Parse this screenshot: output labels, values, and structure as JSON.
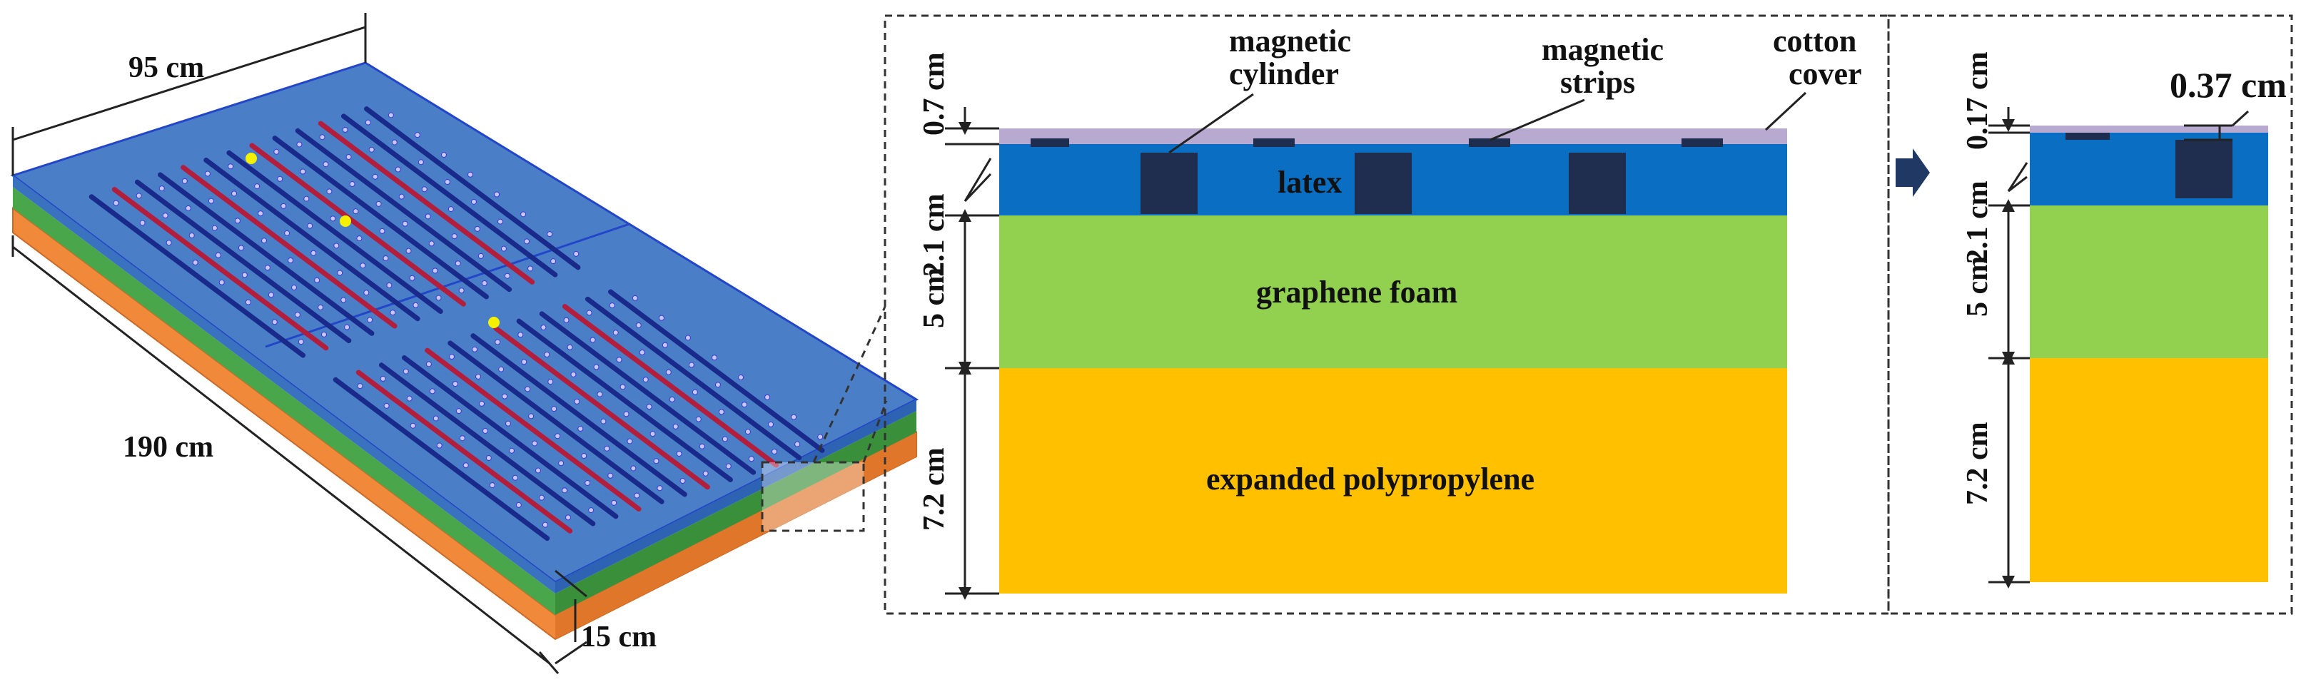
{
  "mattress": {
    "width_label": "95 cm",
    "length_label": "190 cm",
    "thickness_label": "15 cm"
  },
  "section": {
    "top_labels": {
      "magnetic_cylinder": [
        "magnetic",
        "cylinder"
      ],
      "magnetic_strips": [
        "magnetic",
        "strips"
      ],
      "cotton_cover": [
        "cotton",
        "cover"
      ]
    },
    "dims": {
      "cover": "0.7 cm",
      "latex": "2.1 cm",
      "graphene": "5 cm",
      "epp": "7.2 cm"
    },
    "layers": {
      "latex": "latex",
      "graphene": "graphene foam",
      "epp": "expanded polypropylene"
    }
  },
  "detail": {
    "dims": {
      "cover": "0.17 cm",
      "latex": "2.1 cm",
      "graphene": "5 cm",
      "epp": "7.2 cm",
      "magnet": "0.37 cm"
    }
  },
  "colors": {
    "cover": "#b7a9cf",
    "latex": "#0a6fc2",
    "graphene": "#92d050",
    "epp": "#ffc000",
    "magnet": "#1f2d4f",
    "top_surface": "#4a7fc8",
    "green_side": "#3fa142",
    "orange_side": "#f08a3a",
    "strip": "#b21e3c",
    "arrow": "#1f3864"
  }
}
